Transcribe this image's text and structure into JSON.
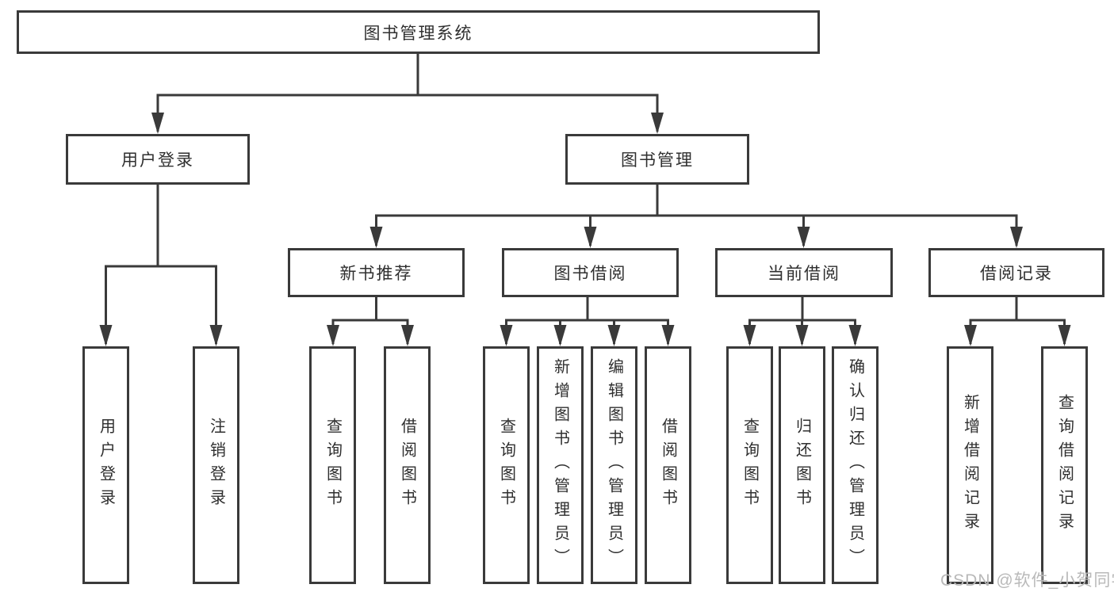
{
  "diagram": {
    "type": "hierarchy-tree",
    "colors": {
      "line": "#3a3a3a",
      "box_border": "#3a3a3a",
      "text": "#2f2f2f",
      "background": "#ffffff",
      "watermark": "#b9b9b9"
    },
    "tree": {
      "root": {
        "label": "图书管理系统",
        "children": [
          {
            "label": "用户登录",
            "children": [
              {
                "label": "用户登录"
              },
              {
                "label": "注销登录"
              }
            ]
          },
          {
            "label": "图书管理",
            "children": [
              {
                "label": "新书推荐",
                "children": [
                  {
                    "label": "查询图书"
                  },
                  {
                    "label": "借阅图书"
                  }
                ]
              },
              {
                "label": "图书借阅",
                "children": [
                  {
                    "label": "查询图书"
                  },
                  {
                    "label": "新增图书（管理员）"
                  },
                  {
                    "label": "编辑图书（管理员）"
                  },
                  {
                    "label": "借阅图书"
                  }
                ]
              },
              {
                "label": "当前借阅",
                "children": [
                  {
                    "label": "查询图书"
                  },
                  {
                    "label": "归还图书"
                  },
                  {
                    "label": "确认归还（管理员）"
                  }
                ]
              },
              {
                "label": "借阅记录",
                "children": [
                  {
                    "label": "新增借阅记录"
                  },
                  {
                    "label": "查询借阅记录"
                  }
                ]
              }
            ]
          }
        ]
      }
    },
    "watermark": {
      "text": "CSDN @软件_小贺同学"
    }
  }
}
